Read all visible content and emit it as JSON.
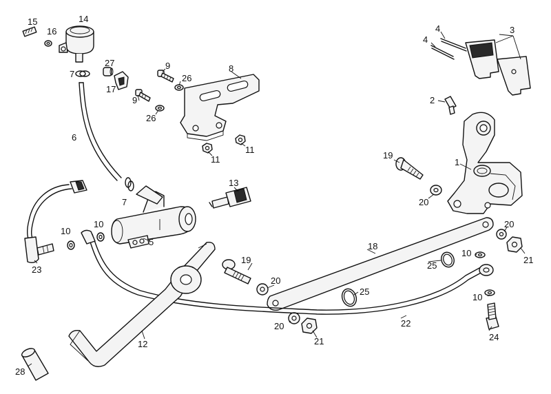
{
  "colors": {
    "background": "#ffffff",
    "ink": "#111111",
    "part_fill": "#f4f4f4"
  },
  "callouts": [
    {
      "id": "l1",
      "text": "1"
    },
    {
      "id": "l2",
      "text": "2"
    },
    {
      "id": "l3",
      "text": "3"
    },
    {
      "id": "l4a",
      "text": "4"
    },
    {
      "id": "l4b",
      "text": "4"
    },
    {
      "id": "l5",
      "text": "5"
    },
    {
      "id": "l6",
      "text": "6"
    },
    {
      "id": "l7a",
      "text": "7"
    },
    {
      "id": "l7b",
      "text": "7"
    },
    {
      "id": "l8",
      "text": "8"
    },
    {
      "id": "l9a",
      "text": "9"
    },
    {
      "id": "l9b",
      "text": "9"
    },
    {
      "id": "l10a",
      "text": "10"
    },
    {
      "id": "l10b",
      "text": "10"
    },
    {
      "id": "l10c",
      "text": "10"
    },
    {
      "id": "l10d",
      "text": "10"
    },
    {
      "id": "l11a",
      "text": "11"
    },
    {
      "id": "l11b",
      "text": "11"
    },
    {
      "id": "l12",
      "text": "12"
    },
    {
      "id": "l13",
      "text": "13"
    },
    {
      "id": "l14",
      "text": "14"
    },
    {
      "id": "l15",
      "text": "15"
    },
    {
      "id": "l16",
      "text": "16"
    },
    {
      "id": "l17",
      "text": "17"
    },
    {
      "id": "l18",
      "text": "18"
    },
    {
      "id": "l19a",
      "text": "19"
    },
    {
      "id": "l19b",
      "text": "19"
    },
    {
      "id": "l20a",
      "text": "20"
    },
    {
      "id": "l20b",
      "text": "20"
    },
    {
      "id": "l20c",
      "text": "20"
    },
    {
      "id": "l20d",
      "text": "20"
    },
    {
      "id": "l21a",
      "text": "21"
    },
    {
      "id": "l21b",
      "text": "21"
    },
    {
      "id": "l22",
      "text": "22"
    },
    {
      "id": "l23",
      "text": "23"
    },
    {
      "id": "l24",
      "text": "24"
    },
    {
      "id": "l25a",
      "text": "25"
    },
    {
      "id": "l25b",
      "text": "25"
    },
    {
      "id": "l26a",
      "text": "26"
    },
    {
      "id": "l26b",
      "text": "26"
    },
    {
      "id": "l27",
      "text": "27"
    },
    {
      "id": "l28",
      "text": "28"
    }
  ]
}
